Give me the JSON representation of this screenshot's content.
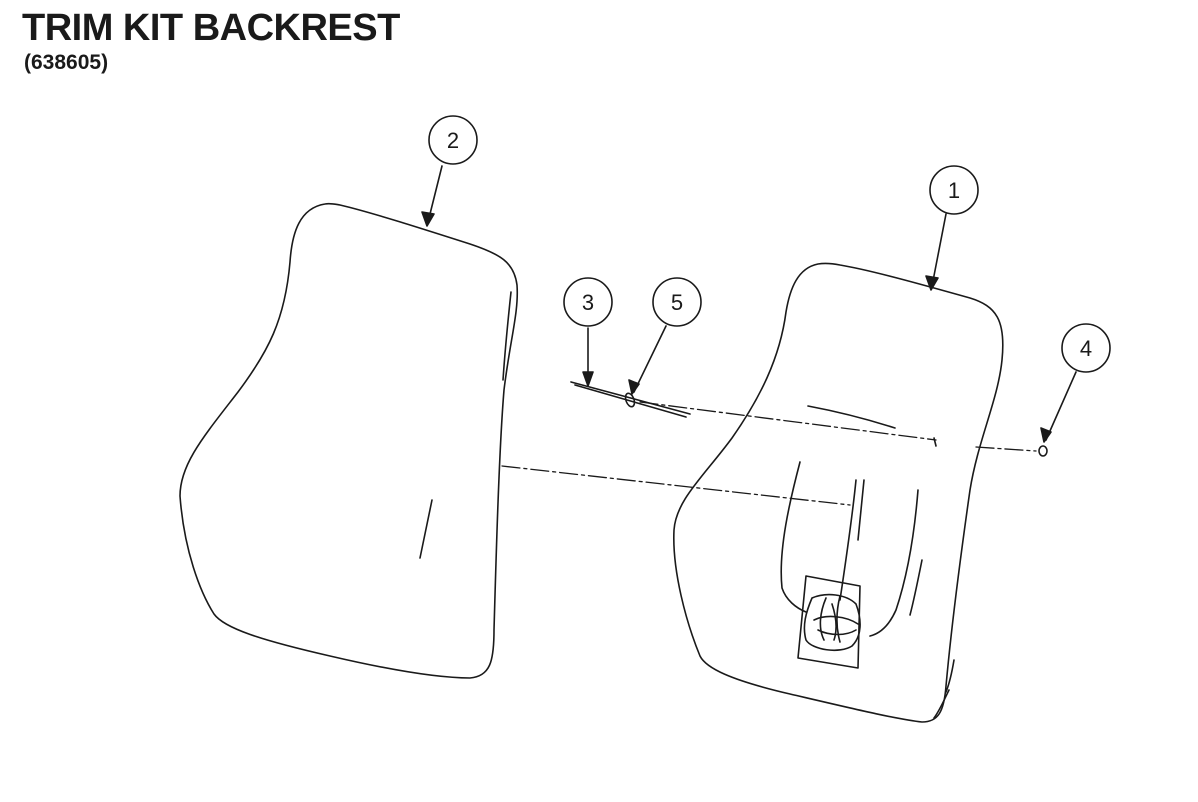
{
  "header": {
    "title": "TRIM KIT BACKREST",
    "part_number": "(638605)"
  },
  "callouts": [
    {
      "id": "callout-1",
      "label": "1"
    },
    {
      "id": "callout-2",
      "label": "2"
    },
    {
      "id": "callout-3",
      "label": "3"
    },
    {
      "id": "callout-4",
      "label": "4"
    },
    {
      "id": "callout-5",
      "label": "5"
    }
  ]
}
